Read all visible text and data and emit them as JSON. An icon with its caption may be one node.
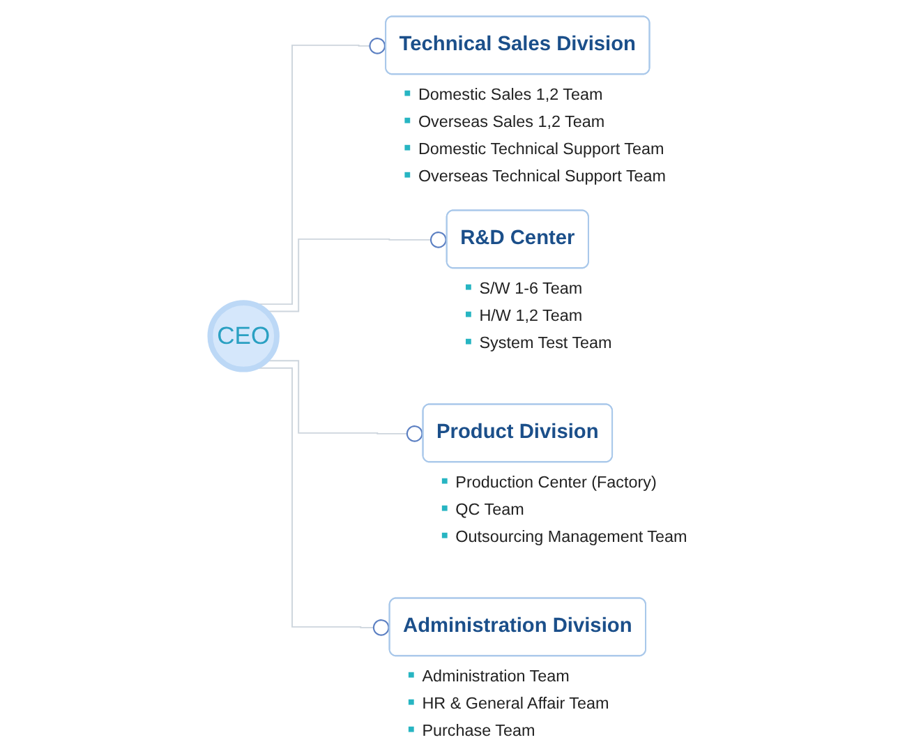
{
  "diagram": {
    "nodes": [
      {
        "text": [
          "CEO"
        ]
      },
      {
        "text": [
          "Technical Sales Division"
        ],
        "beside": [
          "Domestic Sales 1,2 Team",
          "Overseas Sales 1,2 Team",
          "Domestic Technical Support Team",
          "Overseas Technical Support Team"
        ]
      },
      {
        "text": [
          "R&D Center"
        ],
        "beside": [
          "S/W 1-6 Team",
          "H/W 1,2 Team",
          "System Test Team"
        ]
      },
      {
        "text": [
          "Product Division"
        ],
        "beside": [
          "Production Center (Factory)",
          "QC Team",
          "Outsourcing Management Team"
        ]
      },
      {
        "text": [
          "Administration Division"
        ],
        "beside": [
          "Administration Team",
          "HR & General Affair Team",
          "Purchase Team"
        ]
      }
    ],
    "edges": [
      {
        "from": 0,
        "to": 1,
        "arrow": "other"
      },
      {
        "from": 0,
        "to": 2,
        "arrow": "other"
      },
      {
        "from": 0,
        "to": 3,
        "arrow": "other"
      },
      {
        "from": 0,
        "to": 4,
        "arrow": "other"
      }
    ]
  }
}
